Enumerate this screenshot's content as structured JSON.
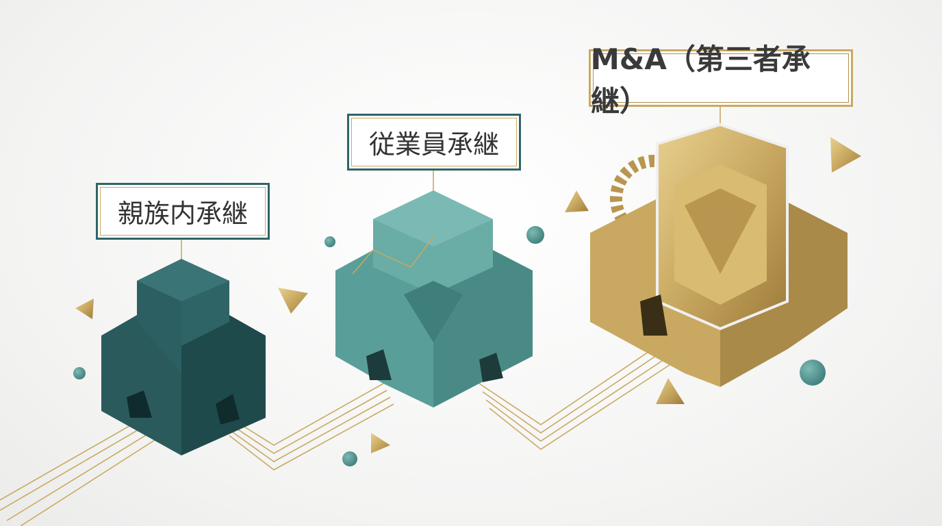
{
  "labels": {
    "family": "親族内承継",
    "employee": "従業員承継",
    "ma": "M&A（第三者承継）"
  },
  "colors": {
    "dark_teal": "#2f6466",
    "teal": "#5fa39e",
    "gold": "#c9a961",
    "background": "#f3f3f2"
  },
  "icons": [
    "cube-block-icon",
    "gear-icon",
    "sphere-icon",
    "triangle-icon"
  ]
}
